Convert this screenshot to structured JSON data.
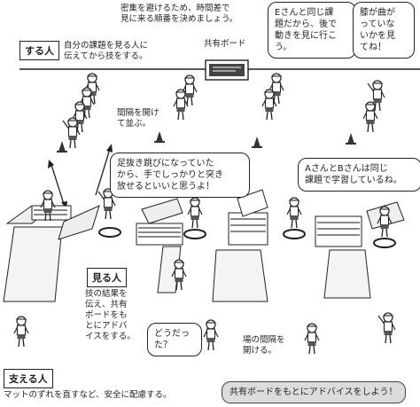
{
  "top_note": "密集を避けるため、時間差で\n見に来る順番を決めましょう。",
  "board_label": "共有ボード",
  "spacing_line_note": "間隔を開け\nて並ぶ。",
  "roles": {
    "doer": {
      "title": "する人",
      "desc": "自分の課題を見る人に\n伝えてから技をする。"
    },
    "watcher": {
      "title": "見る人",
      "desc": "技の結果を\n伝え、共有\nボードをも\nとにアドバ\nイスをする。"
    },
    "supporter": {
      "title": "支える人",
      "desc": "マットのずれを直すなど、安全に配慮する。"
    }
  },
  "bubbles": {
    "e_san": "Eさんと同じ課\n題だから、後で\n動きを見に行こ\nう。",
    "knees": "膝が曲が\nっていな\nいかを見\nてね！",
    "foot_jump": "足抜き跳びになっていた\nから、手でしっかりと突き\n放せるといいと思うよ！",
    "a_b_san": "AさんとBさんは同じ\n課題で学習しているね。",
    "how_was_it": "どうだっ\nた？",
    "advice": "共有ボードをもとにアドバイスをしよう！"
  },
  "space_note": "場の間隔を\n開ける。"
}
